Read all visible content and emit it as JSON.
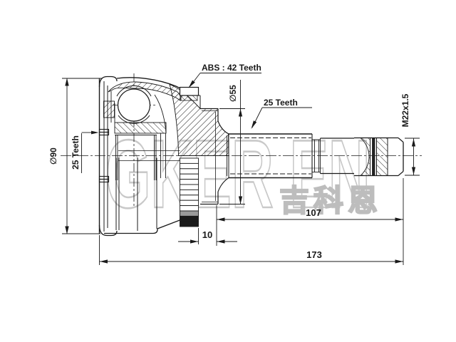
{
  "watermark": {
    "brand": "GKER EN",
    "brand_cn": "吉科恩"
  },
  "labels": {
    "abs": "ABS : 42 Teeth",
    "outer_diameter": "∅90",
    "inner_spline": "25 Teeth",
    "boot_seat_diameter": "∅55",
    "shaft_spline": "25 Teeth",
    "thread": "M22x1.5"
  },
  "dimensions": {
    "ring_offset": "10",
    "shaft_length": "107",
    "overall_length": "173"
  },
  "colors": {
    "line": "#1a1a1a",
    "watermark": "#c9c9c9",
    "background": "#ffffff"
  }
}
